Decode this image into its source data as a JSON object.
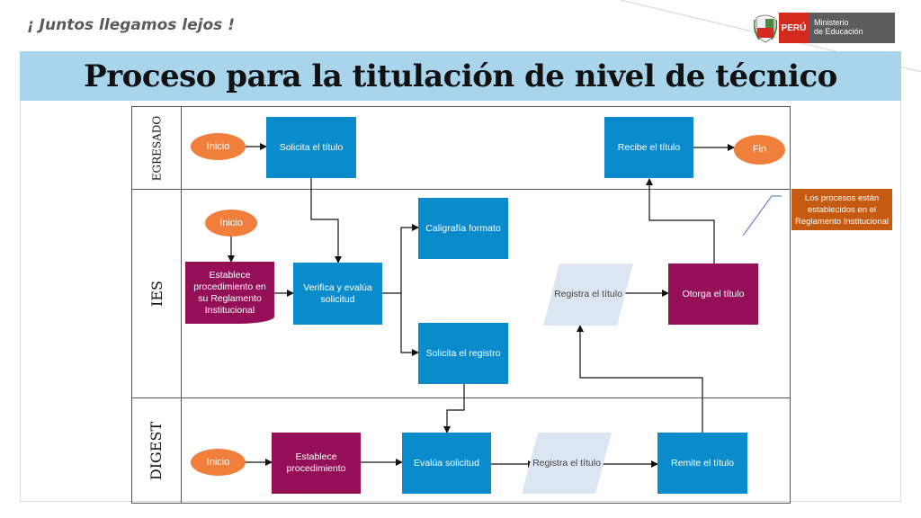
{
  "header": {
    "slogan": "¡ Juntos llegamos lejos !",
    "brand_country": "PERÚ",
    "brand_ministry_line1": "Ministerio",
    "brand_ministry_line2": "de Educación"
  },
  "title": "Proceso para la titulación de nivel de técnico",
  "lanes": {
    "egresado": "EGRESADO",
    "ies": "IES",
    "digest": "DIGEST"
  },
  "nodes": {
    "egresado_inicio": "Inicio",
    "solicita_titulo": "Solicita el título",
    "recibe_titulo": "Recibe el título",
    "fin": "Fin",
    "ies_inicio": "Inicio",
    "establece_procedimiento_reglamento": "Establece procedimiento en su Reglamento Institucional",
    "verifica_evalua": "Verifica y evalúa solicitud",
    "caligrafia_formato": "Caligrafía formato",
    "solicita_registro": "Solicita el registro",
    "ies_registra_titulo": "Registra el título",
    "otorga_titulo": "Otorga el título",
    "digest_inicio": "Inicio",
    "digest_establece": "Establece procedimiento",
    "evalua_solicitud": "Evalúa solicitud",
    "digest_registra_titulo": "Registra el título",
    "remite_titulo": "Remite el título"
  },
  "callout": "Los procesos están establecidos en el Reglamento Institucional",
  "colors": {
    "process": "#0a8ccc",
    "terminal": "#f07f3c",
    "document": "#940f57",
    "data": "#dce6f2",
    "callout": "#c55a11",
    "title_band": "#a8d4ec"
  }
}
